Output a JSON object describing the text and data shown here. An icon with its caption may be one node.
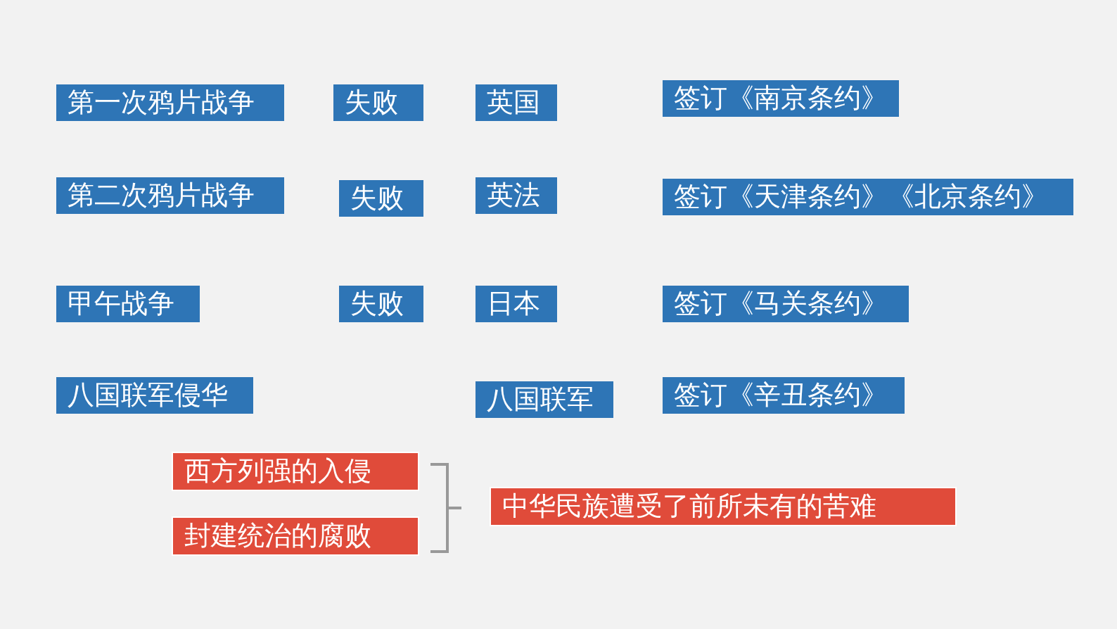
{
  "diagram": {
    "nodes": [
      {
        "text": [
          "第一次鸦片战争"
        ]
      },
      {
        "text": [
          "失败"
        ]
      },
      {
        "text": [
          "英国"
        ]
      },
      {
        "text": [
          "签订《南京条约》"
        ]
      },
      {
        "text": [
          "第二次鸦片战争"
        ]
      },
      {
        "text": [
          "失败"
        ]
      },
      {
        "text": [
          "英法"
        ]
      },
      {
        "text": [
          "签订《天津条约》《北京条约》"
        ]
      },
      {
        "text": [
          "甲午战争"
        ]
      },
      {
        "text": [
          "失败"
        ]
      },
      {
        "text": [
          "日本"
        ]
      },
      {
        "text": [
          "签订《马关条约》"
        ]
      },
      {
        "text": [
          "八国联军侵华"
        ]
      },
      {
        "text": [
          "八国联军"
        ]
      },
      {
        "text": [
          "签订《辛丑条约》"
        ]
      },
      {
        "text": [
          "西方列强的入侵"
        ]
      },
      {
        "text": [
          "封建统治的腐败"
        ]
      },
      {
        "text": [
          "中华民族遭受了前所未有的苦难"
        ]
      }
    ],
    "edges": []
  }
}
